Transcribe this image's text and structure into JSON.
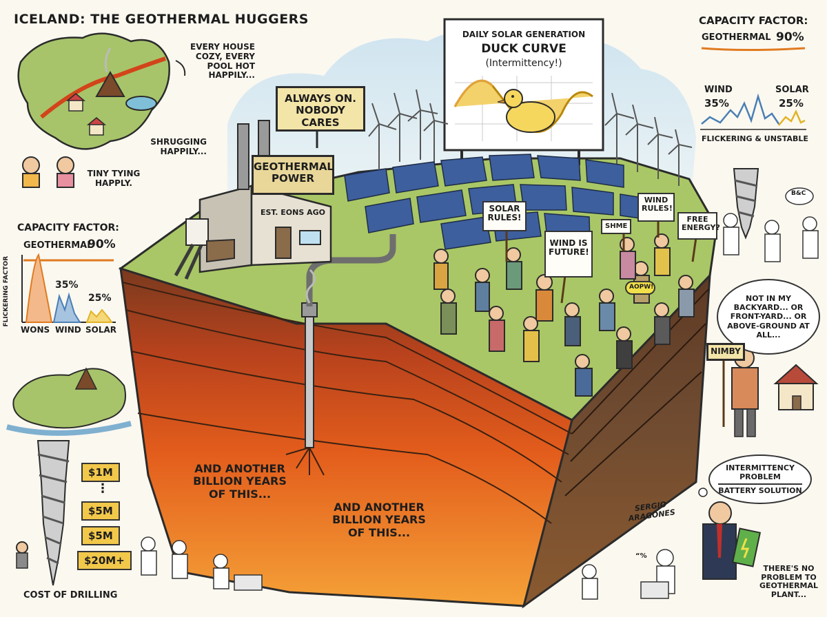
{
  "title": "ICELAND: THE GEOTHERMAL HUGGERS",
  "iceland": {
    "caption_house": "EVERY HOUSE COZY, EVERY POOL HOT HAPPILY...",
    "caption_shrug": "SHRUGGING HAPPILY...",
    "caption_tiny": "TINY TYING HAPPLY."
  },
  "cf_left": {
    "heading": "CAPACITY FACTOR:",
    "geo_label": "GEOTHERMAL",
    "geo_value": "90%",
    "y_axis": "FLICKERING FACTOR",
    "wind_value": "35%",
    "solar_value": "25%",
    "x_labels": [
      "WONS",
      "WIND",
      "SOLAR"
    ]
  },
  "cf_right": {
    "heading": "CAPACITY FACTOR:",
    "geo_label": "GEOTHERMAL",
    "geo_value": "90%",
    "wind_label": "WIND",
    "wind_value": "35%",
    "solar_label": "SOLAR",
    "solar_value": "25%",
    "caption": "FLICKERING & UNSTABLE"
  },
  "billboard": {
    "line1": "DAILY SOLAR GENERATION",
    "line2": "DUCK CURVE",
    "line3": "(Intermittency!)"
  },
  "plant": {
    "sign_always_on": "ALWAYS ON. NOBODY CARES",
    "sign_name": "GEOTHERMAL POWER",
    "est": "EST. EONS AGO"
  },
  "protest_signs": {
    "solar_rules": "SOLAR RULES!",
    "wind_future": "WIND IS FUTURE!",
    "wind_rules": "WIND RULES!",
    "free_energy": "FREE ENERGY?",
    "shme": "SHME",
    "aopw": "AOPW!"
  },
  "billion_left": "AND ANOTHER BILLION YEARS OF THIS...",
  "billion_right": "AND ANOTHER BILLION YEARS OF THIS...",
  "signature": "SERGIO ARAGONES",
  "nimby": {
    "bubble": "NOT IN MY BACKYARD... OR FRONT-YARD... OR ABOVE-GROUND AT ALL...",
    "sign": "NIMBY"
  },
  "intermittency": {
    "bubble_line1": "INTERMITTENCY PROBLEM",
    "bubble_line2": "BATTERY SOLUTION",
    "caption": "THERE'S NO PROBLEM TO GEOTHERMAL PLANT..."
  },
  "drilling": {
    "prices": [
      "$1M",
      "$5M",
      "$5M",
      "$20M+"
    ],
    "dots": "⋮",
    "caption": "COST OF DRILLING"
  },
  "tiny_speech": {
    "bcc": "B&C",
    "quote": "“%"
  },
  "colors": {
    "geothermal": "#e07a1f",
    "wind": "#4a7fb5",
    "solar": "#e2b324",
    "grass": "#9bbf5a",
    "magma": "#e8641e",
    "sky": "#a9cfe6"
  },
  "chart_data": {
    "type": "line",
    "title": "CAPACITY FACTOR:",
    "series": [
      {
        "name": "GEOTHERMAL",
        "value": 90
      },
      {
        "name": "WIND",
        "value": 35
      },
      {
        "name": "SOLAR",
        "value": 25
      }
    ]
  }
}
